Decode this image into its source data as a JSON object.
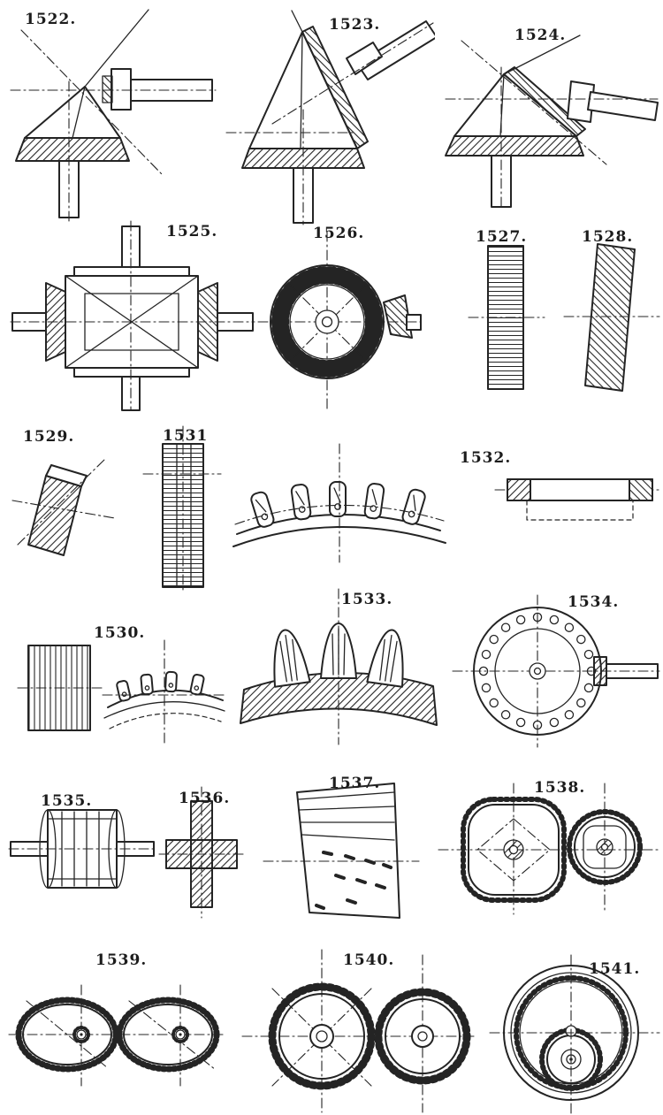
{
  "page": {
    "paper_color": "#ffffff",
    "ink_color": "#242424",
    "description_visible_text_only": true
  },
  "figures": [
    {
      "id": "1522",
      "label": "1522."
    },
    {
      "id": "1523",
      "label": "1523."
    },
    {
      "id": "1524",
      "label": "1524."
    },
    {
      "id": "1525",
      "label": "1525."
    },
    {
      "id": "1526",
      "label": "1526."
    },
    {
      "id": "1527",
      "label": "1527."
    },
    {
      "id": "1528",
      "label": "1528."
    },
    {
      "id": "1529",
      "label": "1529."
    },
    {
      "id": "1531",
      "label": "1531"
    },
    {
      "id": "1532",
      "label": "1532."
    },
    {
      "id": "1530",
      "label": "1530."
    },
    {
      "id": "1533",
      "label": "1533."
    },
    {
      "id": "1534",
      "label": "1534."
    },
    {
      "id": "1535",
      "label": "1535."
    },
    {
      "id": "1536",
      "label": "1536."
    },
    {
      "id": "1537",
      "label": "1537."
    },
    {
      "id": "1538",
      "label": "1538."
    },
    {
      "id": "1539",
      "label": "1539."
    },
    {
      "id": "1540",
      "label": "1540."
    },
    {
      "id": "1541",
      "label": "1541."
    }
  ]
}
